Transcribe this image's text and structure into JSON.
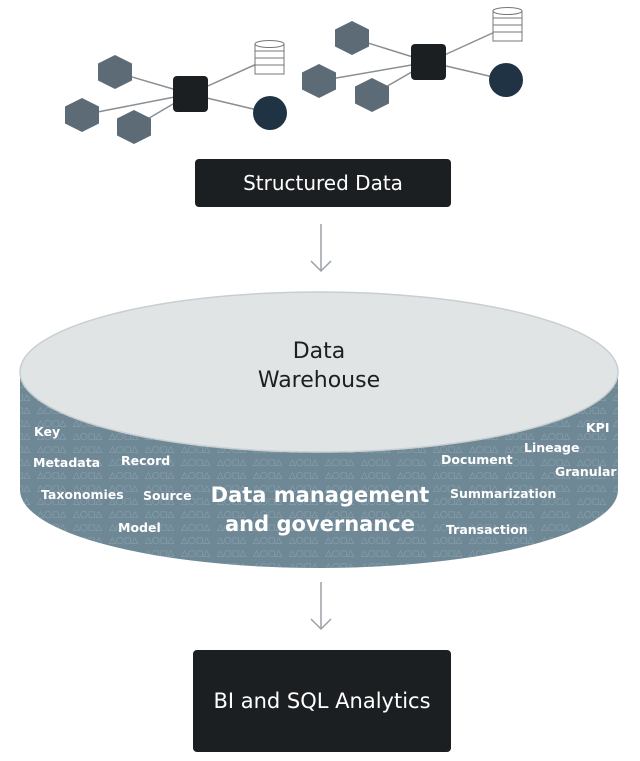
{
  "structured_box": {
    "label": "Structured Data"
  },
  "warehouse": {
    "title_line1": "Data",
    "title_line2": "Warehouse",
    "main_line1": "Data management",
    "main_line2": "and governance",
    "keywords": [
      "Key",
      "Metadata",
      "Record",
      "Taxonomies",
      "Source",
      "Model",
      "Document",
      "Lineage",
      "KPI",
      "Granular",
      "Summarization",
      "Transaction"
    ]
  },
  "bi_box": {
    "label": "BI and SQL Analytics"
  },
  "colors": {
    "dark": "#1c1f22",
    "hexagon": "#5c6b75",
    "circle": "#1f3344",
    "cylinder_top": "#e0e4e4",
    "cylinder_body": "#6f8896",
    "arrow": "#9aa1a6"
  },
  "icons": [
    "hexagon-node-icon",
    "hub-square-icon",
    "database-icon",
    "circle-node-icon",
    "arrow-down-icon"
  ]
}
